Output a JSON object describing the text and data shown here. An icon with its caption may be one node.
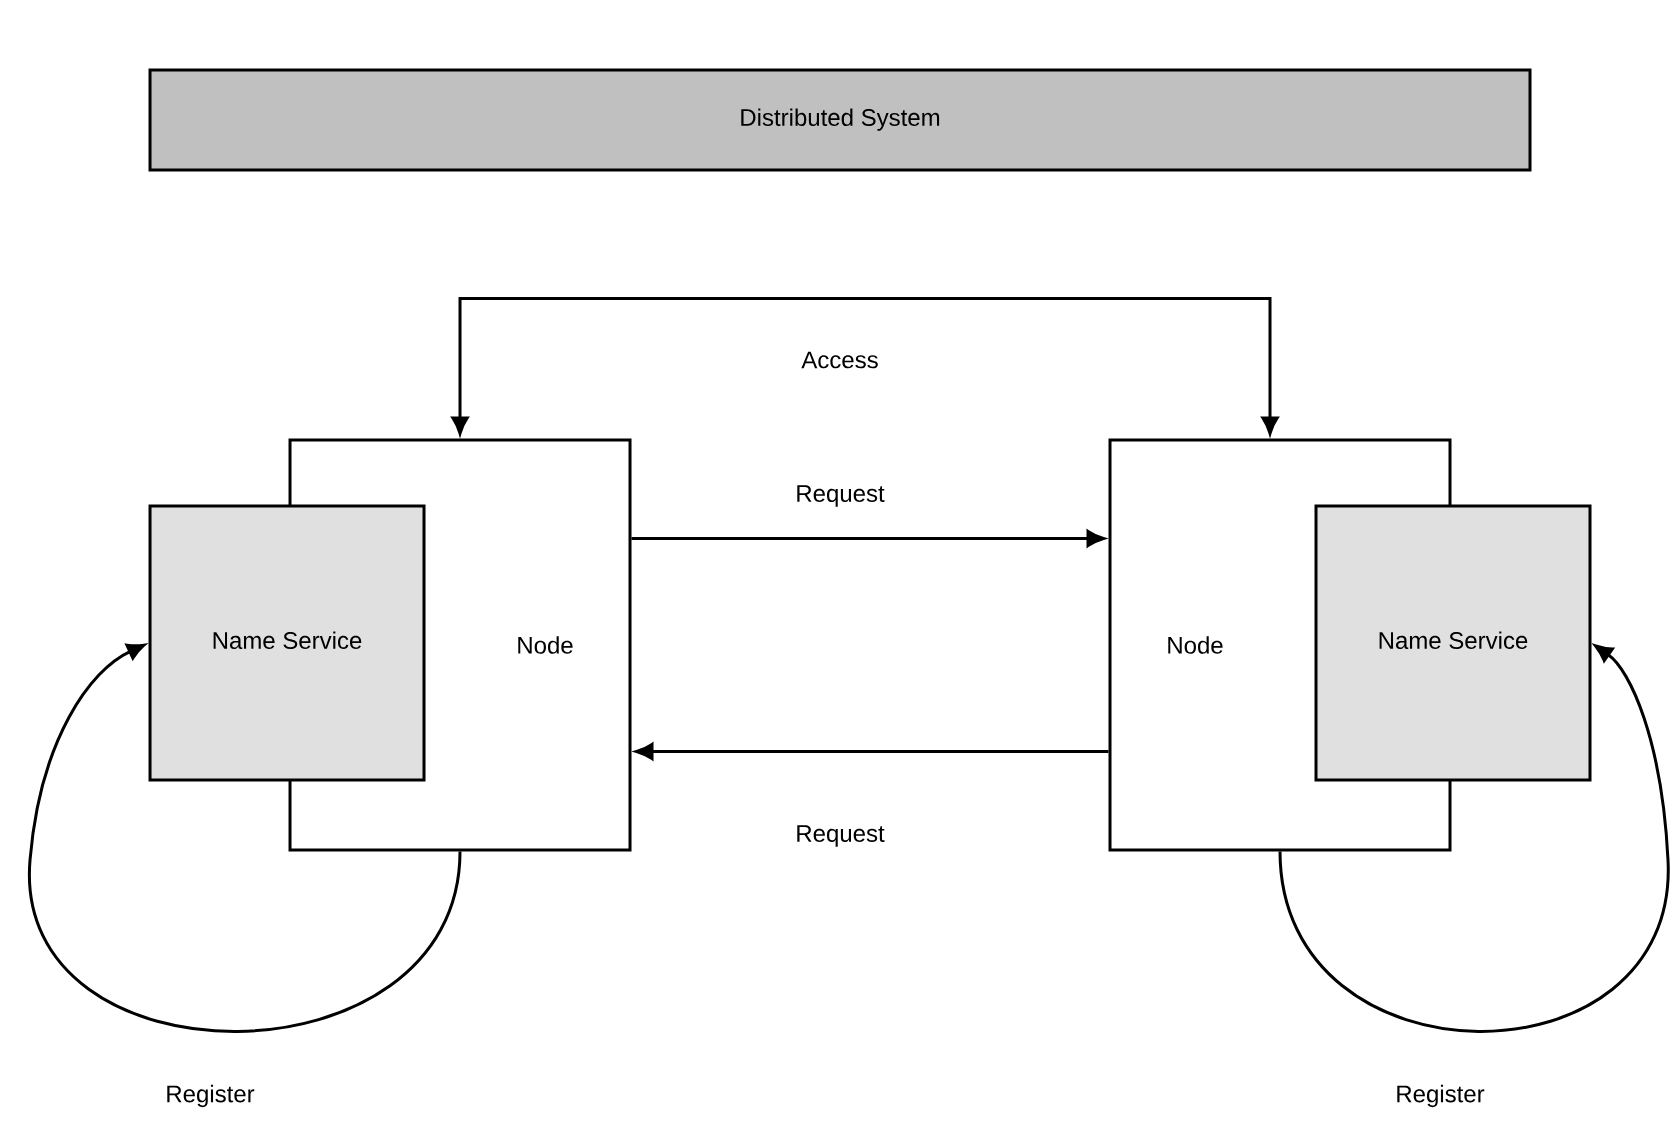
{
  "diagram": {
    "nodes": [
      {
        "text": [
          "Distributed System"
        ]
      },
      {
        "text": [
          "Node"
        ]
      },
      {
        "text": [
          "Name Service"
        ]
      },
      {
        "text": [
          "Node"
        ]
      },
      {
        "text": [
          "Name Service"
        ]
      }
    ],
    "edges": [
      {
        "from": 1,
        "to": 3,
        "arrow": "both",
        "label": "Access"
      },
      {
        "from": 1,
        "to": 3,
        "arrow": "to",
        "label": "Request"
      },
      {
        "from": 3,
        "to": 1,
        "arrow": "to",
        "label": "Request"
      },
      {
        "from": 1,
        "to": 2,
        "arrow": "to",
        "label": "Register"
      },
      {
        "from": 3,
        "to": 4,
        "arrow": "to",
        "label": "Register"
      }
    ]
  }
}
